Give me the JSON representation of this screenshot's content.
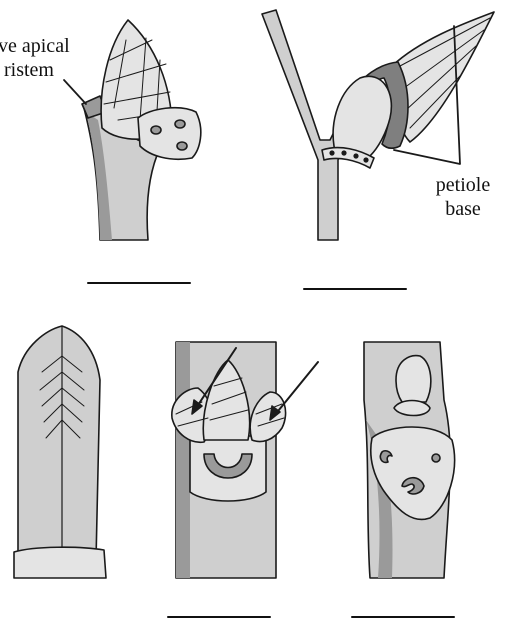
{
  "labels": {
    "apical_line1": "ve apical",
    "apical_line2": "ristem",
    "petiole_line1": "petiole",
    "petiole_line2": "base"
  },
  "colors": {
    "stem": "#cfcfcf",
    "stem_dark": "#9a9a9a",
    "leaf": "#e4e4e4",
    "outline": "#1a1a1a",
    "scale_bar": "#111111"
  },
  "panels": [
    {
      "id": "a",
      "subject": "bud with apical meristem"
    },
    {
      "id": "b",
      "subject": "bud with petiole base"
    },
    {
      "id": "c",
      "subject": "leaf"
    },
    {
      "id": "d",
      "subject": "stem with buds"
    },
    {
      "id": "e",
      "subject": "stem with leaf scar"
    }
  ]
}
